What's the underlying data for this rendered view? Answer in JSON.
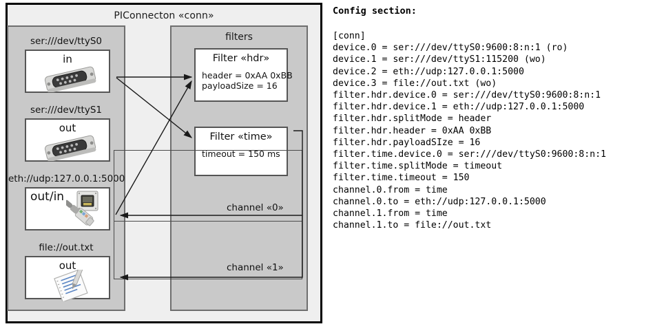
{
  "diagram": {
    "title": "PIConnecton «conn»",
    "devices_panel": {
      "title": "",
      "items": [
        {
          "label": "ser:///dev/ttyS0",
          "direction": "in",
          "icon": "serial-port-icon"
        },
        {
          "label": "ser:///dev/ttyS1",
          "direction": "out",
          "icon": "serial-port-icon"
        },
        {
          "label": "eth://udp:127.0.0.1:5000",
          "direction": "out/in",
          "icon": "ethernet-port-icon"
        },
        {
          "label": "file://out.txt",
          "direction": "out",
          "icon": "text-file-icon"
        }
      ]
    },
    "filters_panel": {
      "title": "filters",
      "filters": [
        {
          "title": "Filter «hdr»",
          "props": [
            "header = 0xAA 0xBB",
            "payloadSize = 16"
          ]
        },
        {
          "title": "Filter «time»",
          "props": [
            "timeout = 150 ms"
          ]
        }
      ],
      "channels": [
        {
          "label": "channel «0»"
        },
        {
          "label": "channel «1»"
        }
      ]
    },
    "colors": {
      "outer_fill": "#efefef",
      "outer_border": "#000000",
      "panel_fill": "#c9c9c9",
      "panel_border": "#6e6e6e",
      "box_fill": "#ffffff",
      "box_border": "#555555",
      "wire": "#1a1a1a"
    }
  },
  "config": {
    "heading": "Config section:",
    "lines": [
      "[conn]",
      "device.0 = ser:///dev/ttyS0:9600:8:n:1 (ro)",
      "device.1 = ser:///dev/ttyS1:115200 (wo)",
      "device.2 = eth://udp:127.0.0.1:5000",
      "device.3 = file://out.txt (wo)",
      "filter.hdr.device.0 = ser:///dev/ttyS0:9600:8:n:1",
      "filter.hdr.device.1 = eth://udp:127.0.0.1:5000",
      "filter.hdr.splitMode = header",
      "filter.hdr.header = 0xAA 0xBB",
      "filter.hdr.payloadSIze = 16",
      "filter.time.device.0 = ser:///dev/ttyS0:9600:8:n:1",
      "filter.time.splitMode = timeout",
      "filter.time.timeout = 150",
      "channel.0.from = time",
      "channel.0.to = eth://udp:127.0.0.1:5000",
      "channel.1.from = time",
      "channel.1.to = file://out.txt"
    ]
  }
}
